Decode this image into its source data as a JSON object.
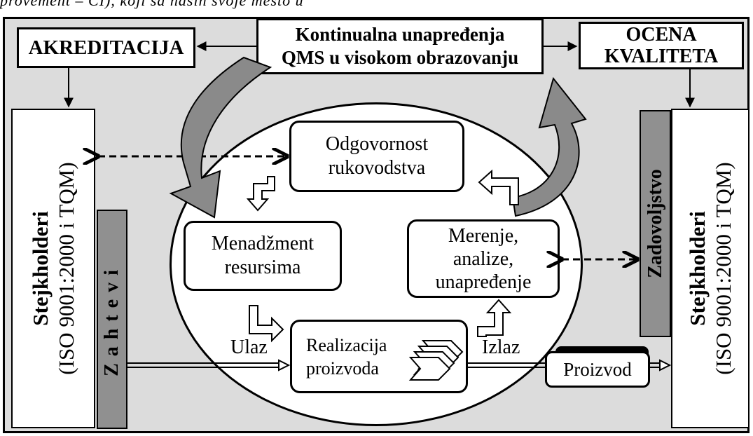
{
  "header": {
    "fragment": "provement – CI), koji sa naših svoje mesto u"
  },
  "boxes": {
    "akreditacija": "AKREDITACIJA",
    "kontinualna_line1": "Kontinualna unapređenja",
    "kontinualna_line2": "QMS u visokom obrazovanju",
    "ocena_line1": "OCENA",
    "ocena_line2": "KVALITETA"
  },
  "stakeholders_left": {
    "title": "Stejkholderi",
    "subtitle": "(ISO 9001:2000 i TQM)"
  },
  "stakeholders_right": {
    "title": "Stejkholderi",
    "subtitle": "(ISO 9001:2000 i TQM)"
  },
  "strips": {
    "zahtevi": "Zahtevi",
    "zadovoljstvo": "Zadovoljstvo"
  },
  "process": {
    "odgovornost_line1": "Odgovornost",
    "odgovornost_line2": "rukovodstva",
    "menadzment_line1": "Menadžment",
    "menadzment_line2": "resursima",
    "merenje_line1": "Merenje,",
    "merenje_line2": "analize,",
    "merenje_line3": "unapređenje",
    "realizacija_line1": "Realizacija",
    "realizacija_line2": "proizvoda"
  },
  "flow": {
    "ulaz": "Ulaz",
    "izlaz": "Izlaz",
    "proizvod": "Proizvod"
  },
  "colors": {
    "frame_bg": "#dcdcdc",
    "strip": "#909090",
    "curved_arrow": "#8a8a8a",
    "box_bg": "#ffffff",
    "line": "#000000"
  }
}
